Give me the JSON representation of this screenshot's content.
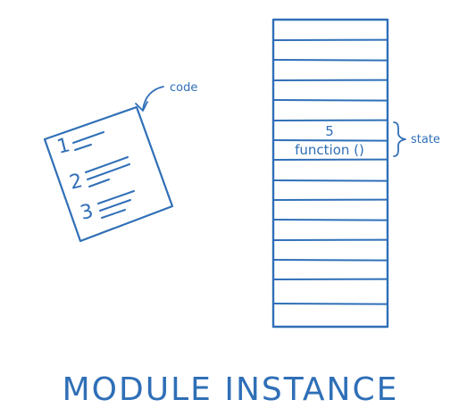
{
  "diagram": {
    "title": "MODULE INSTANCE",
    "ink_color": "#2f6fb7",
    "code_label": "code",
    "state_label": "state",
    "memory_values": [
      "5",
      "function ()"
    ],
    "code_line_numbers": [
      "1",
      "2",
      "3"
    ]
  }
}
